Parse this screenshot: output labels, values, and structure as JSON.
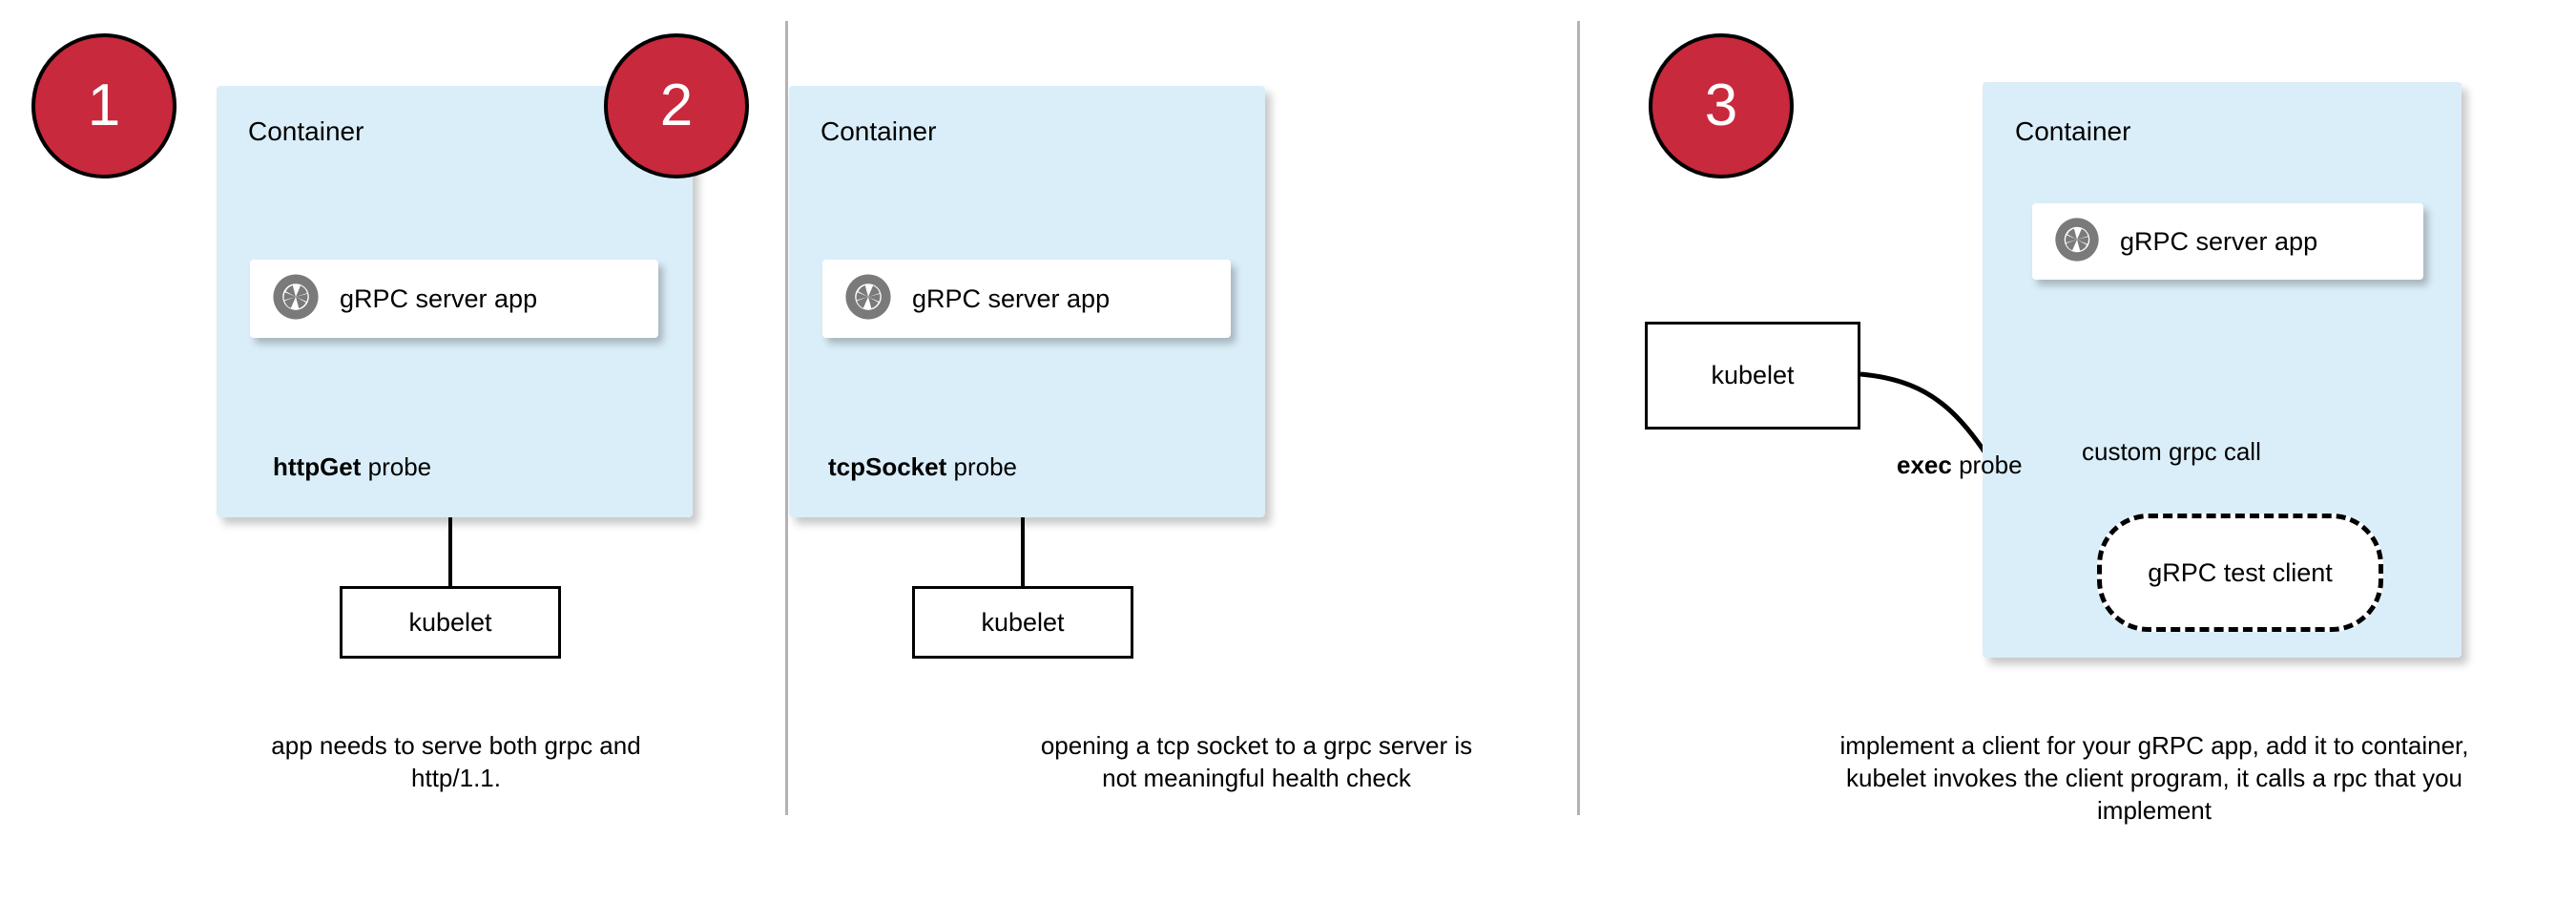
{
  "theme": {
    "badge_fill": "#C8293C",
    "badge_text": "#FFFFFF",
    "container_fill": "#DAEEF9",
    "card_fill": "#FFFFFF",
    "stroke": "#000000",
    "divider": "#B3B3B3",
    "grpc_icon_color": "#7A7A7A"
  },
  "panels": [
    {
      "number": "1",
      "container_label": "Container",
      "app_label": "gRPC server app",
      "app_icon": "grpc-logo-icon",
      "probe_label_bold": "httpGet",
      "probe_label_rest": " probe",
      "kubelet_label": "kubelet",
      "caption": "app needs to serve both grpc and http/1.1."
    },
    {
      "number": "2",
      "container_label": "Container",
      "app_label": "gRPC server app",
      "app_icon": "grpc-logo-icon",
      "probe_label_bold": "tcpSocket",
      "probe_label_rest": " probe",
      "kubelet_label": "kubelet",
      "caption": "opening a tcp socket to a grpc server is not meaningful health check"
    },
    {
      "number": "3",
      "container_label": "Container",
      "app_label": "gRPC server app",
      "app_icon": "grpc-logo-icon",
      "probe_label_bold": "exec",
      "probe_label_rest": " probe",
      "kubelet_label": "kubelet",
      "test_client_label": "gRPC test client",
      "custom_call_label": "custom grpc call",
      "caption": "implement a client for your gRPC app, add it to container, kubelet invokes the client program, it calls a rpc that you implement"
    }
  ]
}
